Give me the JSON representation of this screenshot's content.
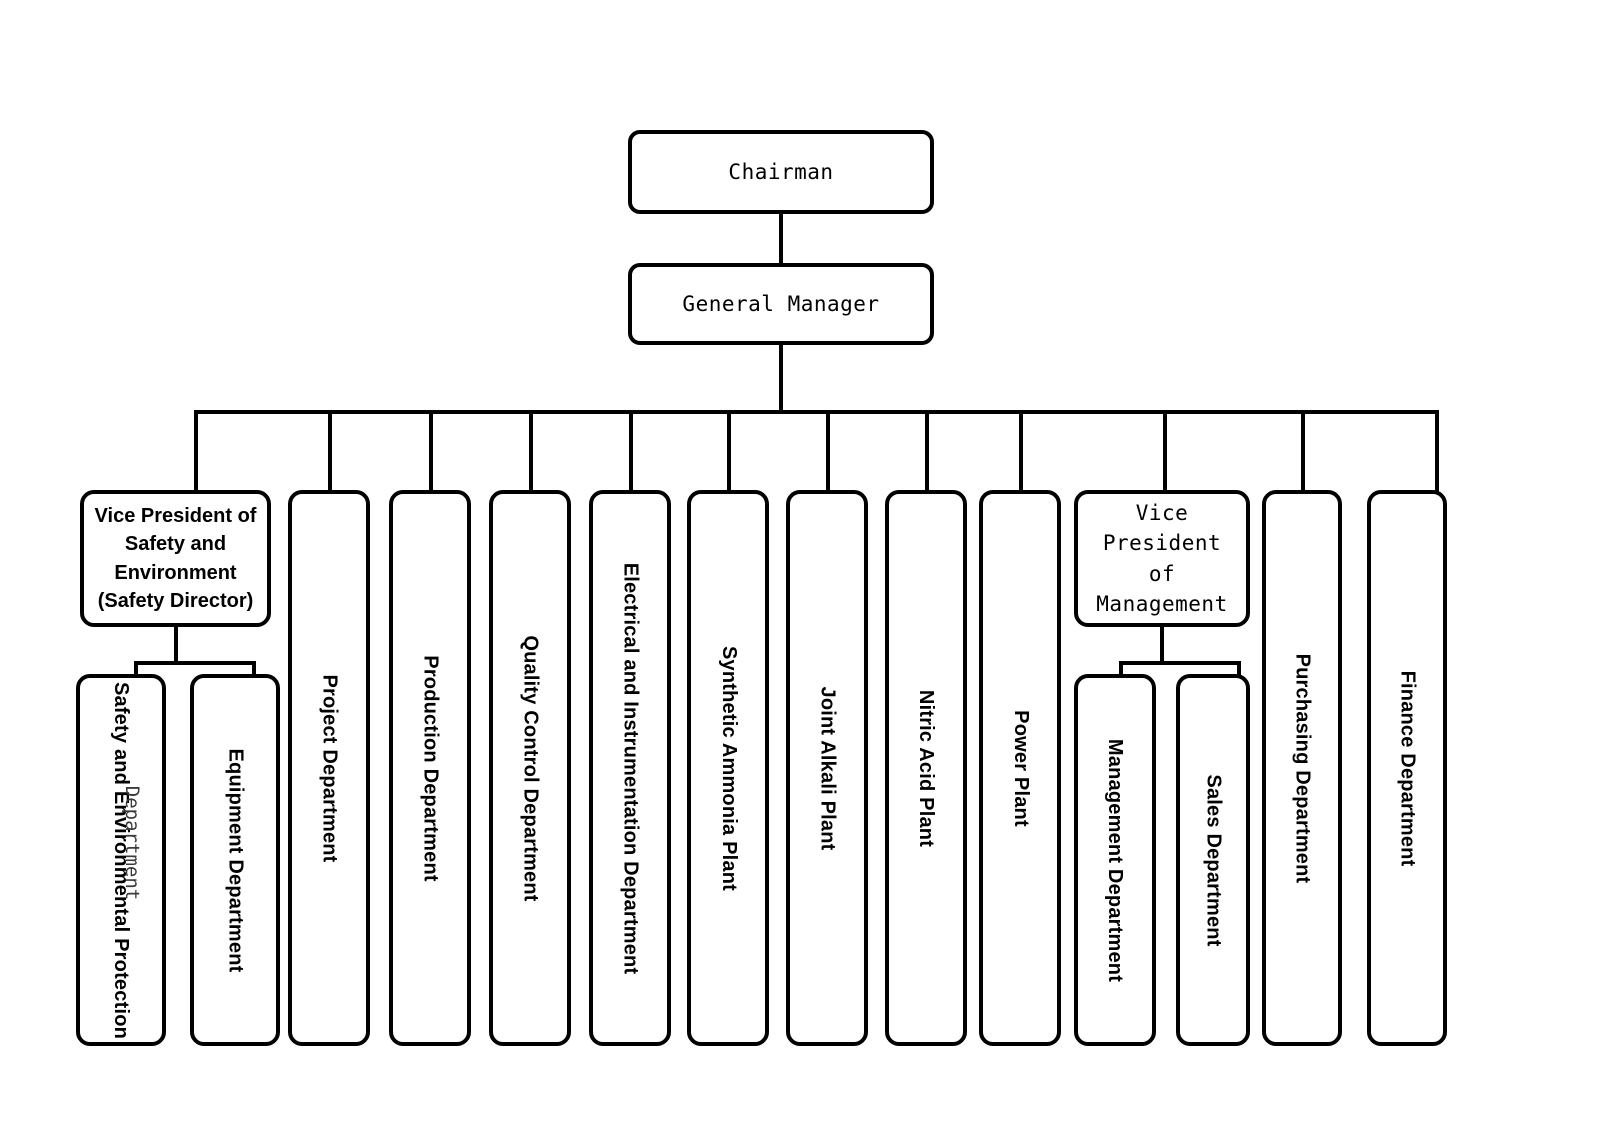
{
  "chart": {
    "type": "org-chart",
    "title": "",
    "background_color": "#ffffff",
    "line_color": "#000000"
  },
  "executive": {
    "chairman": "Chairman",
    "general_manager": "General Manager",
    "vp_safety": "Vice President of\nSafety and\nEnvironment\n(Safety Director)",
    "vp_management": "Vice\nPresident of\nManagement"
  },
  "safety_children": [
    {
      "label": "Safety and Environmental Protection",
      "ghost": "Department"
    },
    {
      "label": "Equipment Department",
      "ghost": ""
    }
  ],
  "management_children": [
    {
      "label": "Management Department"
    },
    {
      "label": "Sales Department"
    }
  ],
  "departments": [
    {
      "label": "Project Department"
    },
    {
      "label": "Production Department"
    },
    {
      "label": "Quality Control Department"
    },
    {
      "label": "Electrical and Instrumentation Department"
    },
    {
      "label": "Synthetic Ammonia Plant"
    },
    {
      "label": "Joint Alkali Plant"
    },
    {
      "label": "Nitric Acid Plant"
    },
    {
      "label": "Power Plant"
    },
    {
      "label": "Purchasing Department"
    },
    {
      "label": "Finance Department"
    }
  ]
}
